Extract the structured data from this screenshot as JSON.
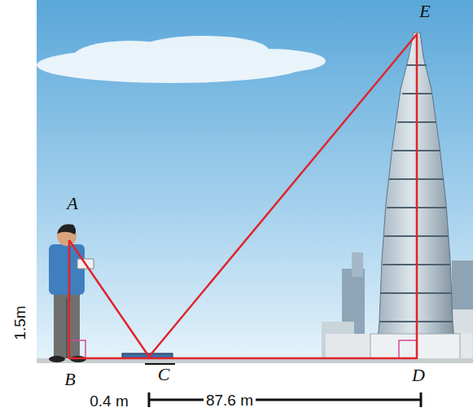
{
  "diagram": {
    "labels": [
      "A",
      "B",
      "C",
      "D",
      "E",
      "1.5m",
      "0.4 m",
      "87.6 m"
    ]
  }
}
